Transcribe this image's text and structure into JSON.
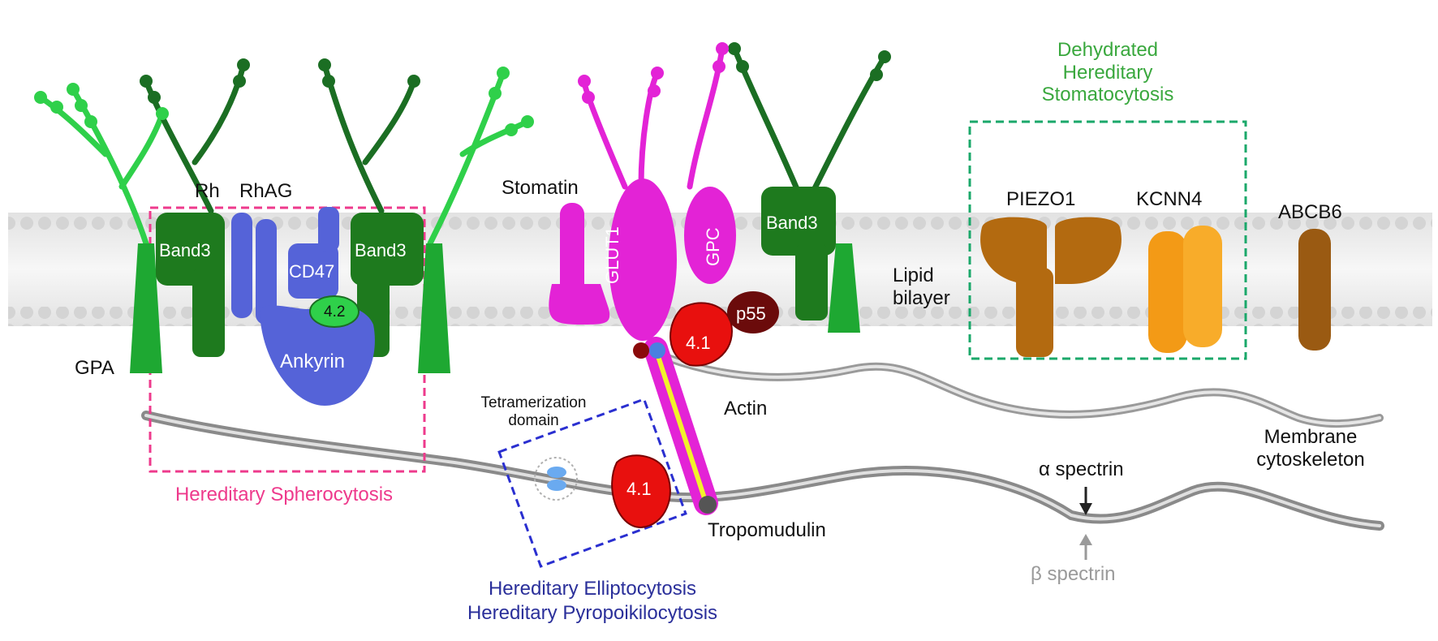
{
  "colors": {
    "band3": "#1e7a1e",
    "glycan_green": "#2fd04a",
    "glycan_dark": "#1b6e23",
    "ankyrin": "#5563d8",
    "magenta": "#e323d6",
    "protein41": "#e8100e",
    "p55": "#6b0b0b",
    "piezo": "#b36a10",
    "kcnn": "#f39a16",
    "abcb6": "#9a5a12",
    "box_pink": "#ee3a8c",
    "box_blue": "#2a2fd0",
    "box_green": "#1aa86a",
    "spectrin": "#8a8a8a"
  },
  "proteins": {
    "rh": "Rh",
    "rhag": "RhAG",
    "band3_left": "Band3",
    "band3_mid": "Band3",
    "band3_right": "Band3",
    "cd47": "CD47",
    "protein42": "4.2",
    "ankyrin": "Ankyrin",
    "gpa": "GPA",
    "stomatin": "Stomatin",
    "glut1": "GLUT1",
    "gpc": "GPC",
    "protein41_top": "4.1",
    "p55": "p55",
    "protein41_bottom": "4.1",
    "actin": "Actin",
    "tropomodulin": "Tropomudulin",
    "tetramerization": "Tetramerization domain",
    "piezo1": "PIEZO1",
    "kcnn4": "KCNN4",
    "abcb6": "ABCB6"
  },
  "labels": {
    "lipid_bilayer": "Lipid bilayer",
    "membrane_cytoskeleton": "Membrane cytoskeleton",
    "alpha_spectrin": "α spectrin",
    "beta_spectrin": "β spectrin"
  },
  "diseases": {
    "spherocytosis": "Hereditary Spherocytosis",
    "elliptocytosis": "Hereditary Elliptocytosis",
    "pyropoikilocytosis": "Hereditary Pyropoikilocytosis",
    "stomatocytosis": "Dehydrated Hereditary Stomatocytosis"
  }
}
